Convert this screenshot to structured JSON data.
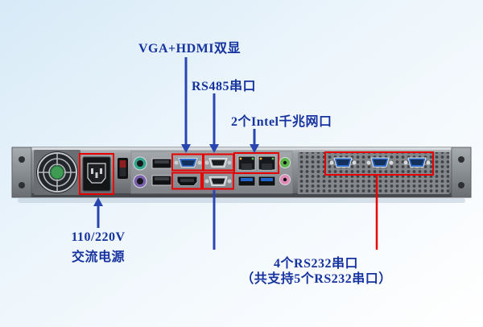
{
  "annotations": {
    "vga_hdmi": {
      "label": "VGA+HDMI双显"
    },
    "rs485": {
      "label": "RS485串口"
    },
    "intel_lan": {
      "label": "2个Intel千兆网口"
    },
    "ac_power": {
      "line1": "110/220V",
      "line2": "交流电源"
    },
    "rs232": {
      "line1": "4个RS232串口",
      "line2": "（共支持5个RS232串口）"
    }
  },
  "colors": {
    "annotation_text": "#15329e",
    "arrow": "#2946b0",
    "highlight_box": "#e80000",
    "bg_top": "#d7eaf7",
    "bg_mid": "#eef6fc",
    "bg_bottom": "#ffffff"
  },
  "hardware": {
    "device": "1U rackmount industrial computer rear panel",
    "highlighted_ports": [
      "ac-power-inlet",
      "vga-port",
      "hdmi-port",
      "rs485-serial-port",
      "rs232-serial-port",
      "gigabit-ethernet-ports",
      "rs232-db9-ports"
    ]
  }
}
